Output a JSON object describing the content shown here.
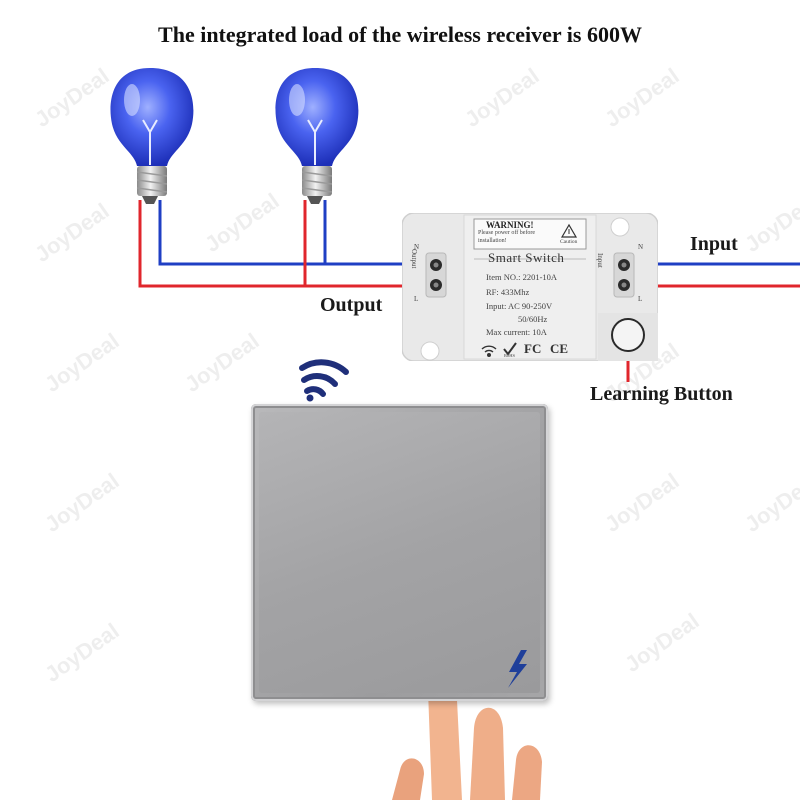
{
  "headline": "The integrated load of the wireless receiver is 600W",
  "labels": {
    "input": "Input",
    "output": "Output",
    "learning_button": "Learning Button"
  },
  "receiver": {
    "warning_title": "WARNING!",
    "warning_text_1": "Please power off before",
    "warning_text_2": "installation!",
    "caution": "Caution",
    "name": "Smart Switch",
    "item_no": "Item NO.: 2201-10A",
    "rf": "RF: 433Mhz",
    "input_spec": "Input: AC 90-250V",
    "frequency": "50/60Hz",
    "max_current": "Max current: 10A",
    "output_side_label": "Output",
    "input_side_label": "Input",
    "terminal_n": "N",
    "terminal_l": "L",
    "rohs": "RoHS",
    "fc": "FC",
    "ce": "CE"
  },
  "watermark": "JoyDeal",
  "colors": {
    "neutral_wire": "#1f3fc4",
    "live_wire": "#e0262c",
    "bulb_glass": "#3b55e8",
    "panel": "#a8a8aa",
    "bolt": "#1f3f9a"
  }
}
